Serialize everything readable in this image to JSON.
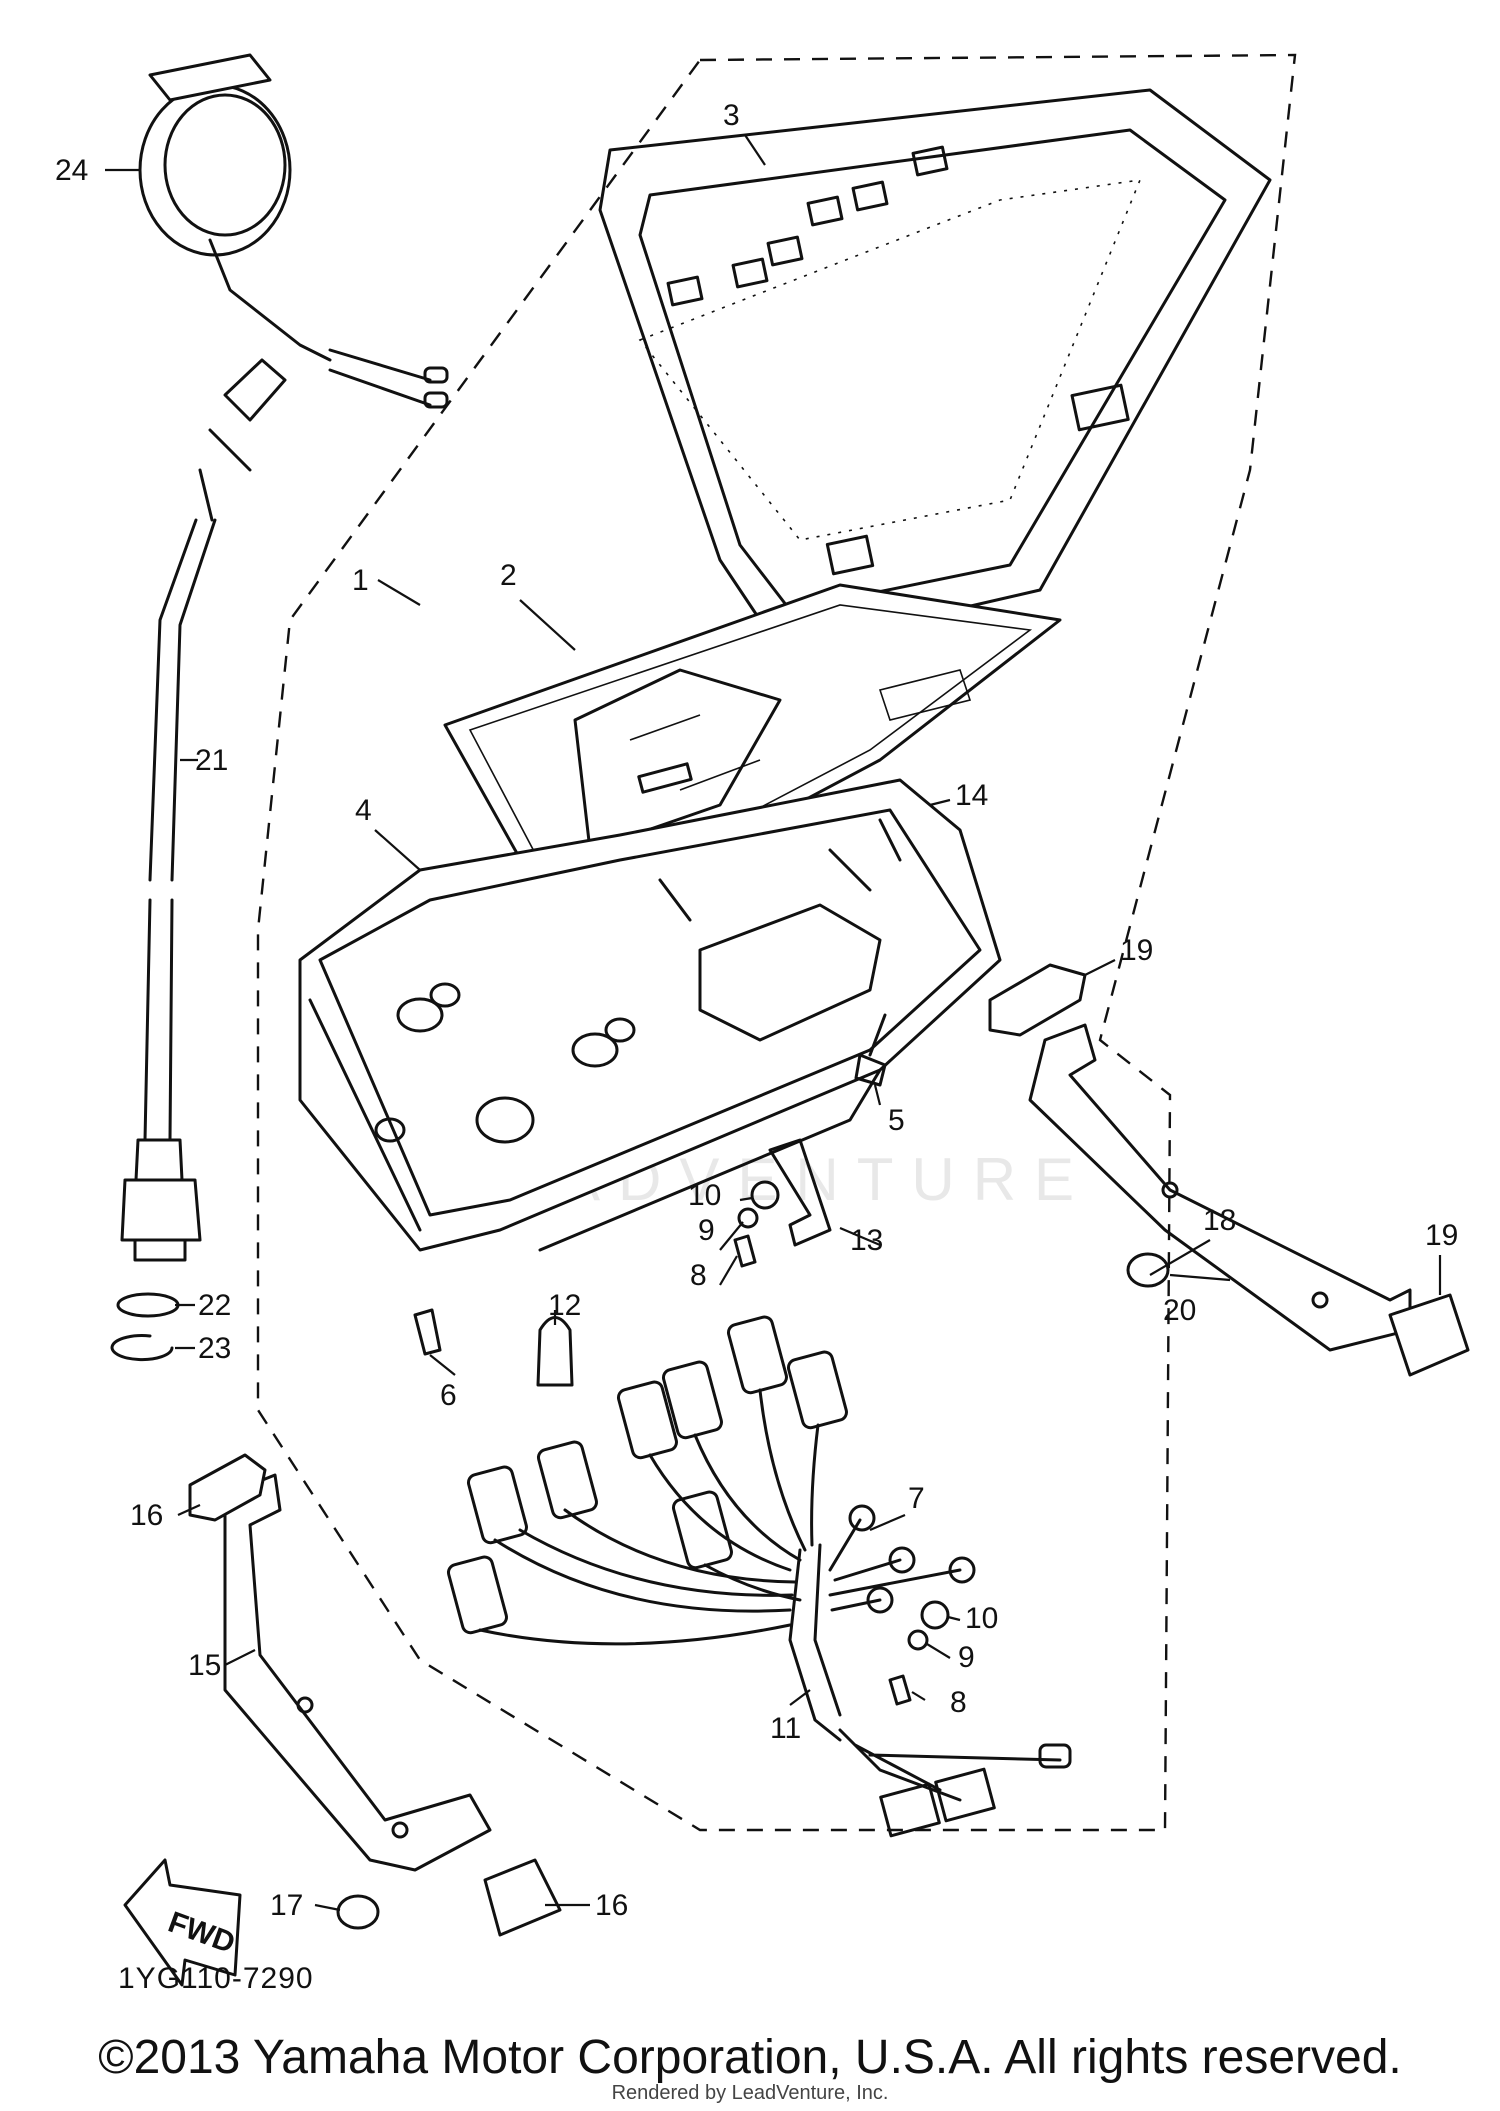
{
  "callouts": [
    "1",
    "2",
    "3",
    "4",
    "5",
    "6",
    "7",
    "8",
    "9",
    "10",
    "11",
    "12",
    "13",
    "14",
    "15",
    "16",
    "17",
    "18",
    "19",
    "20",
    "21",
    "22",
    "23",
    "24"
  ],
  "direction_label": "FWD",
  "catalog_code": "1YG110-7290",
  "watermark": "ADVENTURE",
  "copyright": "©2013 Yamaha Motor Corporation, U.S.A. All rights reserved.",
  "credit": "Rendered by LeadVenture, Inc."
}
